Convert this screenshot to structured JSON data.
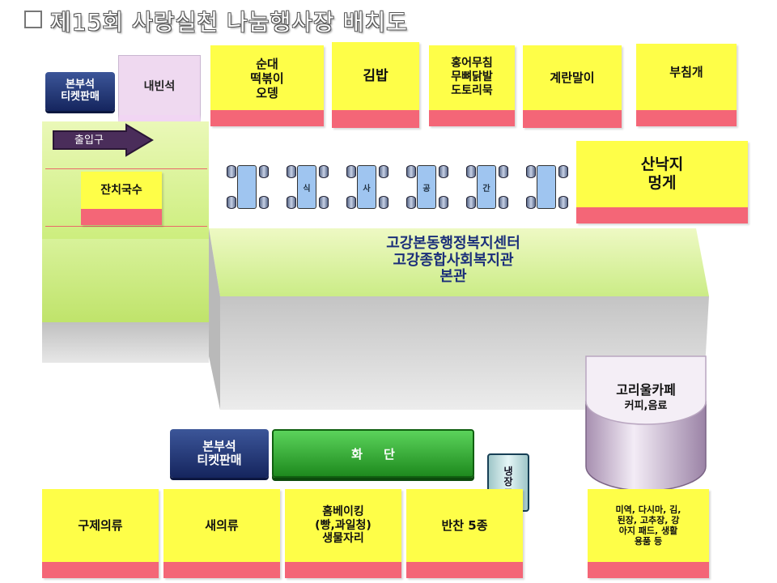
{
  "title": "제15회 사랑실천 나눔행사장 배치도",
  "top_booths": {
    "ticket": "본부석\n티켓판매",
    "vip": "내빈석",
    "b1": "순대\n떡볶이\n오뎅",
    "b2": "김밥",
    "b3": "홍어무침\n무뼈닭발\n도토리묵",
    "b4": "계란말이",
    "b5": "부침개"
  },
  "entrance": "출입구",
  "noodle": "잔치국수",
  "octopus": "산낙지\n멍게",
  "dining_labels": [
    "식",
    "사",
    "공",
    "간"
  ],
  "main_building": "고강본동행정복지센터\n고강종합사회복지관\n본관",
  "cafe": {
    "name": "고리울카페",
    "sub": "커피,음료"
  },
  "bottom": {
    "ticket": "본부석\n티켓판매",
    "stage": "화     단",
    "fridge": "냉\n장\n고",
    "b1": "구제의류",
    "b2": "새의류",
    "b3": "홈베이킹\n(빵,과일청)\n생물자리",
    "b4": "반찬 5종",
    "b5": "미역, 다시마, 김,\n된장, 고추장, 강\n아지 패드, 생활\n용품 등"
  }
}
